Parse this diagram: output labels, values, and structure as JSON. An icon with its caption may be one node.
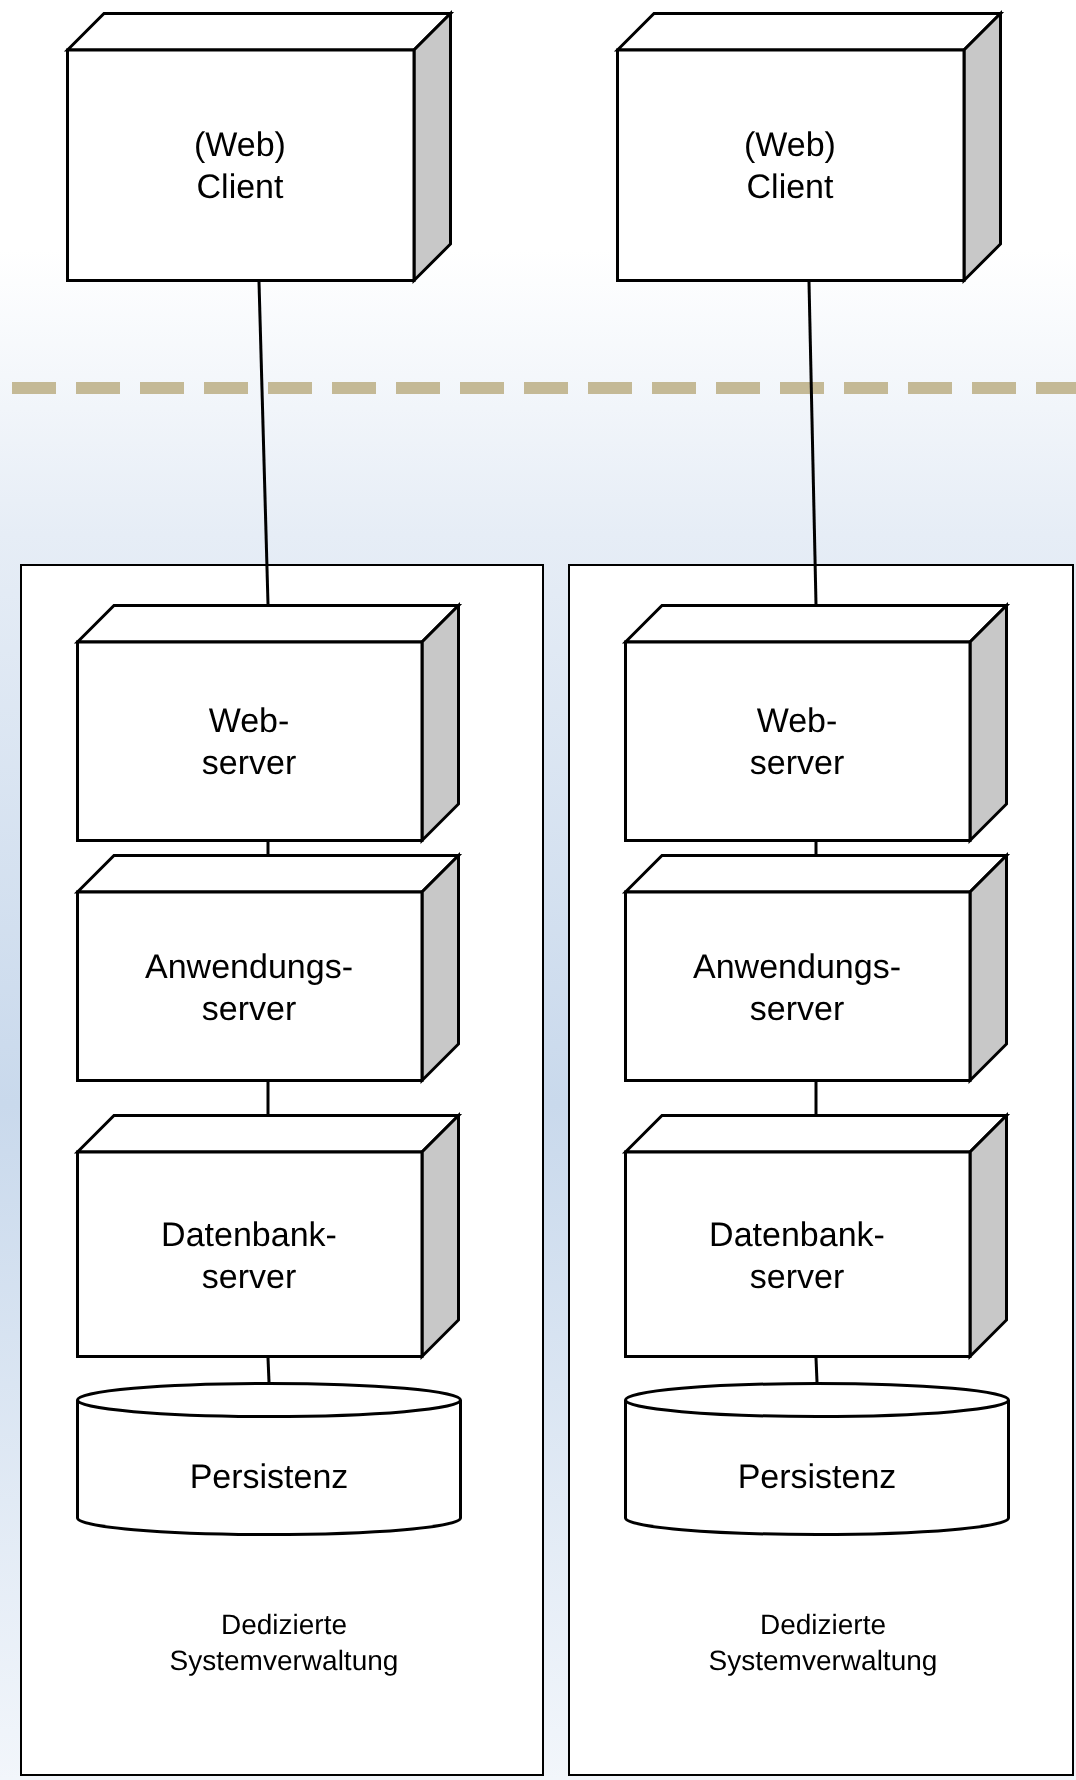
{
  "diagram": {
    "nodes": [
      {
        "text": [
          "(Web) Client"
        ]
      },
      {
        "text": [
          "(Web) Client"
        ]
      },
      {
        "text": [
          "Dedizierte Systemverwaltung"
        ]
      },
      {
        "text": [
          "Web-server"
        ],
        "in": 2
      },
      {
        "text": [
          "Anwendungs-server"
        ],
        "in": 2
      },
      {
        "text": [
          "Datenbank-server"
        ],
        "in": 2
      },
      {
        "text": [
          "Persistenz"
        ],
        "in": 2
      },
      {
        "text": [
          "Dedizierte Systemverwaltung"
        ]
      },
      {
        "text": [
          "Web-server"
        ],
        "in": 7
      },
      {
        "text": [
          "Anwendungs-server"
        ],
        "in": 7
      },
      {
        "text": [
          "Datenbank-server"
        ],
        "in": 7
      },
      {
        "text": [
          "Persistenz"
        ],
        "in": 7
      }
    ],
    "edges": [
      {
        "from": 0,
        "to": 3,
        "arrow": "none"
      },
      {
        "from": 3,
        "to": 4,
        "arrow": "none"
      },
      {
        "from": 4,
        "to": 5,
        "arrow": "none"
      },
      {
        "from": 5,
        "to": 6,
        "arrow": "none"
      },
      {
        "from": 1,
        "to": 8,
        "arrow": "none"
      },
      {
        "from": 8,
        "to": 9,
        "arrow": "none"
      },
      {
        "from": 9,
        "to": 10,
        "arrow": "none"
      },
      {
        "from": 10,
        "to": 11,
        "arrow": "none"
      }
    ]
  }
}
